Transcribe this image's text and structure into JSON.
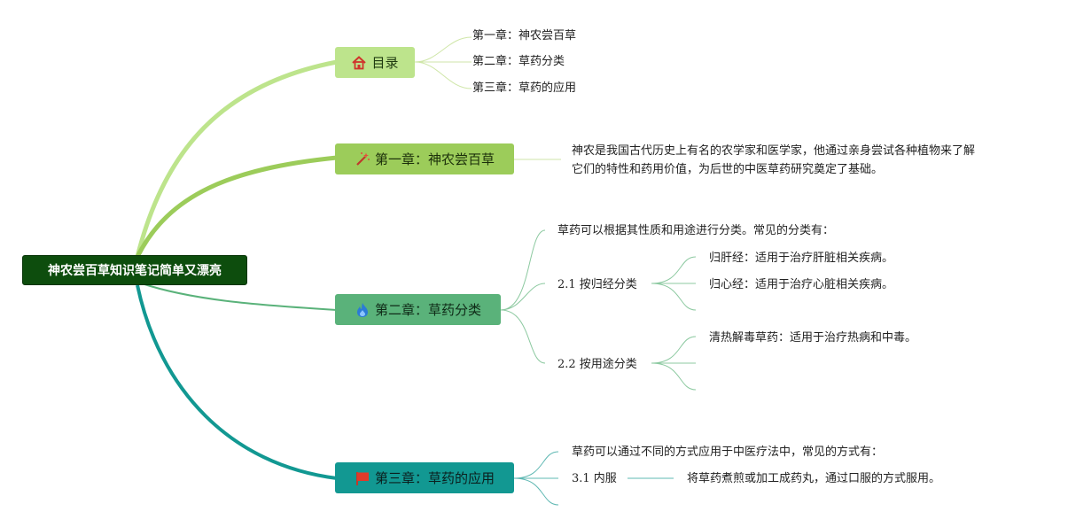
{
  "root": {
    "label": "神农尝百草知识笔记简单又漂亮"
  },
  "branches": {
    "toc": {
      "label": "目录",
      "icon": "house-icon",
      "color": "#bde48c",
      "items": [
        "第一章：神农尝百草",
        "第二章：草药分类",
        "第三章：草药的应用"
      ]
    },
    "ch1": {
      "label": "第一章：神农尝百草",
      "icon": "magic-wand-icon",
      "color": "#9ccc5a",
      "desc_line1": "神农是我国古代历史上有名的农学家和医学家，他通过亲身尝试各种植物来了解",
      "desc_line2": "它们的特性和药用价值，为后世的中医草药研究奠定了基础。"
    },
    "ch2": {
      "label": "第二章：草药分类",
      "icon": "flame-icon",
      "color": "#5ab27a",
      "intro": "草药可以根据其性质和用途进行分类。常见的分类有：",
      "sub1": {
        "label": "2.1 按归经分类",
        "items": [
          "归肝经：适用于治疗肝脏相关疾病。",
          "归心经：适用于治疗心脏相关疾病。"
        ]
      },
      "sub2": {
        "label": "2.2 按用途分类",
        "items": [
          "清热解毒草药：适用于治疗热病和中毒。"
        ]
      }
    },
    "ch3": {
      "label": "第三章：草药的应用",
      "icon": "flag-icon",
      "color": "#129892",
      "intro": "草药可以通过不同的方式应用于中医疗法中，常见的方式有：",
      "sub1": {
        "label": "3.1 内服",
        "detail": "将草药煮煎或加工成药丸，通过口服的方式服用。"
      }
    }
  }
}
